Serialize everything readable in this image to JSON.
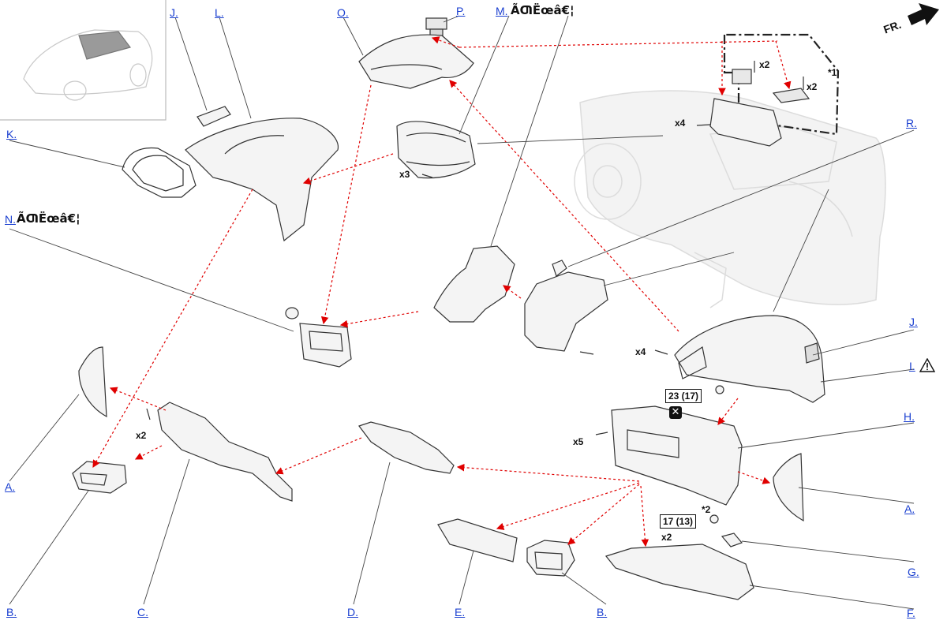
{
  "labels": {
    "J_top": "J.",
    "L": "L.",
    "O": "O.",
    "P": "P.",
    "M": "M.",
    "K": "K.",
    "N": "N.",
    "R": "R.",
    "J_right": "J.",
    "I": "I.",
    "H": "H.",
    "A_left": "A.",
    "A_right": "A.",
    "G": "G.",
    "F": "F.",
    "B_left": "B.",
    "C": "C.",
    "D": "D.",
    "E": "E.",
    "B_right": "B."
  },
  "garbled_text": {
    "after_M": "ÃƢËœâ€¦",
    "after_N": "ÃƢËœâ€¦"
  },
  "quantities": {
    "x2_clip_top": "x2",
    "x2_screw_top": "x2",
    "star1": "*1",
    "x4_display": "x4",
    "x3_meter": "x3",
    "x4_panel": "x4",
    "x5_box": "x5",
    "x2_lower_left": "x2",
    "star2": "*2",
    "x2_bolt": "x2"
  },
  "torques": {
    "upper": "23 (17)",
    "lower": "17 (13)"
  },
  "front_marker": "FR.",
  "icons": {
    "no_reuse": "x-square-icon",
    "caution": "warning-triangle-icon"
  },
  "colors": {
    "link": "#1a3fd0",
    "arrow": "#e00000",
    "outline": "#333333",
    "ghost": "#d8d8d8"
  }
}
